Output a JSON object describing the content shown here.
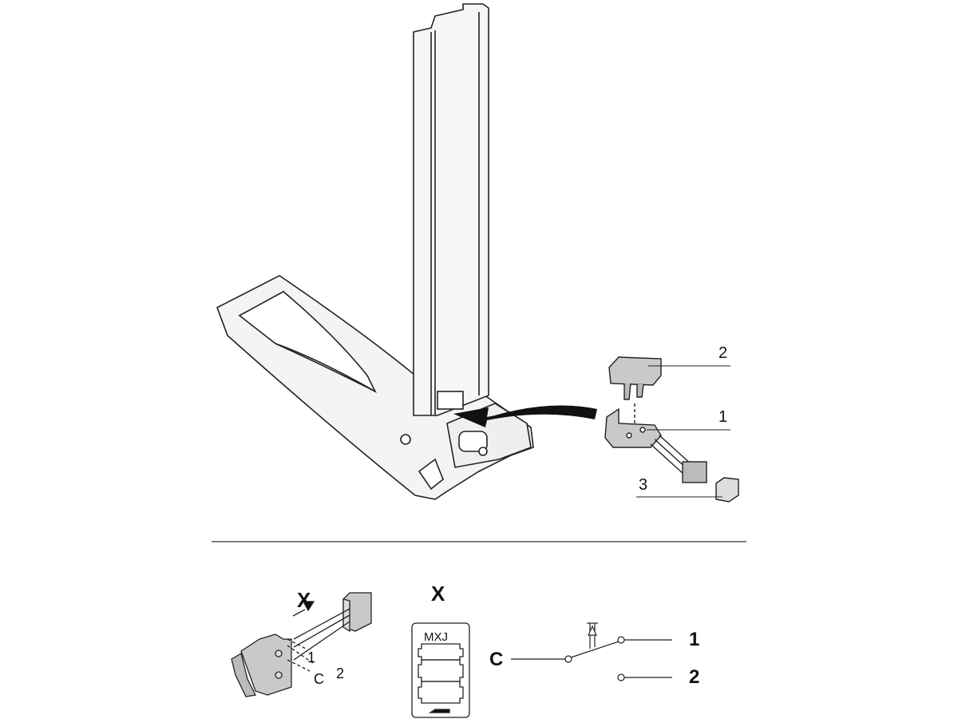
{
  "callouts": {
    "part_1": "1",
    "part_2": "2",
    "part_3": "3"
  },
  "detail": {
    "view_label": "X",
    "view_label_2": "X",
    "pin_1": "1",
    "pin_2": "2",
    "pin_c": "C",
    "connector_label": "MXJ",
    "connector_marker": "1"
  },
  "schematic": {
    "common": "C",
    "terminal_1": "1",
    "terminal_2": "2"
  },
  "colors": {
    "part_fill": "#f4f4f4",
    "component_fill": "#c9c9c9",
    "line": "#222222"
  }
}
